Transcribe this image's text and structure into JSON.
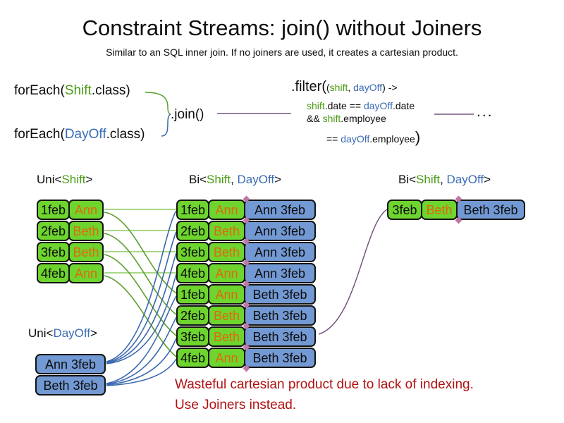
{
  "slide": {
    "title": "Constraint Streams: join() without Joiners",
    "subtitle": "Similar to an SQL inner join. If no joiners are used, it creates a cartesian product."
  },
  "code": {
    "foreach_shift": {
      "pre": "forEach(",
      "cls": "Shift",
      "post": ".class)"
    },
    "foreach_dayoff": {
      "pre": "forEach(",
      "cls": "DayOff",
      "post": ".class)"
    },
    "join": ".join()",
    "ellipsis": "...",
    "filter": {
      "l1_open": ".filter(",
      "l1_paren": "(",
      "l1_shift": "shift",
      "l1_comma": ", ",
      "l1_dayoff": "dayOff",
      "l1_close": ") ->",
      "l2_shift": "shift",
      "l2_mid": ".date == ",
      "l2_dayoff": "dayOff",
      "l2_end": ".date",
      "l3_and": "&& ",
      "l3_shift": "shift",
      "l3_end": ".employee",
      "l4_eq": "== ",
      "l4_dayoff": "dayOff",
      "l4_mid": ".employee",
      "l4_paren": ")"
    }
  },
  "labels": {
    "uni_shift": {
      "p1": "Uni<",
      "hl": "Shift",
      "p2": ">"
    },
    "bi_main": {
      "p1": "Bi<",
      "hl1": "Shift",
      "p2": ", ",
      "hl2": "DayOff",
      "p3": ">"
    },
    "bi_result": {
      "p1": "Bi<",
      "hl1": "Shift",
      "p2": ", ",
      "hl2": "DayOff",
      "p3": ">"
    },
    "uni_dayoff": {
      "p1": "Uni<",
      "hl": "DayOff",
      "p2": ">"
    }
  },
  "tables": {
    "uni_shift": {
      "rows": [
        {
          "date": "1feb",
          "name": "Ann"
        },
        {
          "date": "2feb",
          "name": "Beth"
        },
        {
          "date": "3feb",
          "name": "Beth"
        },
        {
          "date": "4feb",
          "name": "Ann"
        }
      ]
    },
    "bi_main": {
      "rows": [
        {
          "date": "1feb",
          "name": "Ann",
          "pair": "Ann 3feb"
        },
        {
          "date": "2feb",
          "name": "Beth",
          "pair": "Ann 3feb"
        },
        {
          "date": "3feb",
          "name": "Beth",
          "pair": "Ann 3feb"
        },
        {
          "date": "4feb",
          "name": "Ann",
          "pair": "Ann 3feb"
        },
        {
          "date": "1feb",
          "name": "Ann",
          "pair": "Beth 3feb"
        },
        {
          "date": "2feb",
          "name": "Beth",
          "pair": "Beth 3feb"
        },
        {
          "date": "3feb",
          "name": "Beth",
          "pair": "Beth 3feb"
        },
        {
          "date": "4feb",
          "name": "Ann",
          "pair": "Beth 3feb"
        }
      ]
    },
    "bi_result": {
      "rows": [
        {
          "date": "3feb",
          "name": "Beth",
          "pair": "Beth 3feb"
        }
      ]
    },
    "uni_dayoff": {
      "rows": [
        {
          "text": "Ann 3feb"
        },
        {
          "text": "Beth 3feb"
        }
      ]
    }
  },
  "caption": {
    "line1": "Wasteful cartesian product due to lack of indexing.",
    "line2": "Use Joiners instead."
  },
  "colors": {
    "shift_green_text": "#4a9c16",
    "dayoff_blue_text": "#3a6cb4",
    "box_green": "#6ed42e",
    "box_blue": "#7299d3",
    "name_orange": "#e2690b",
    "line_green": "#5a9e2a",
    "line_green_light": "#a9d787",
    "line_blue": "#3a68ae",
    "line_purple": "#75557f",
    "diamond_pink": "#bd76a6",
    "caption_red": "#b11111"
  }
}
